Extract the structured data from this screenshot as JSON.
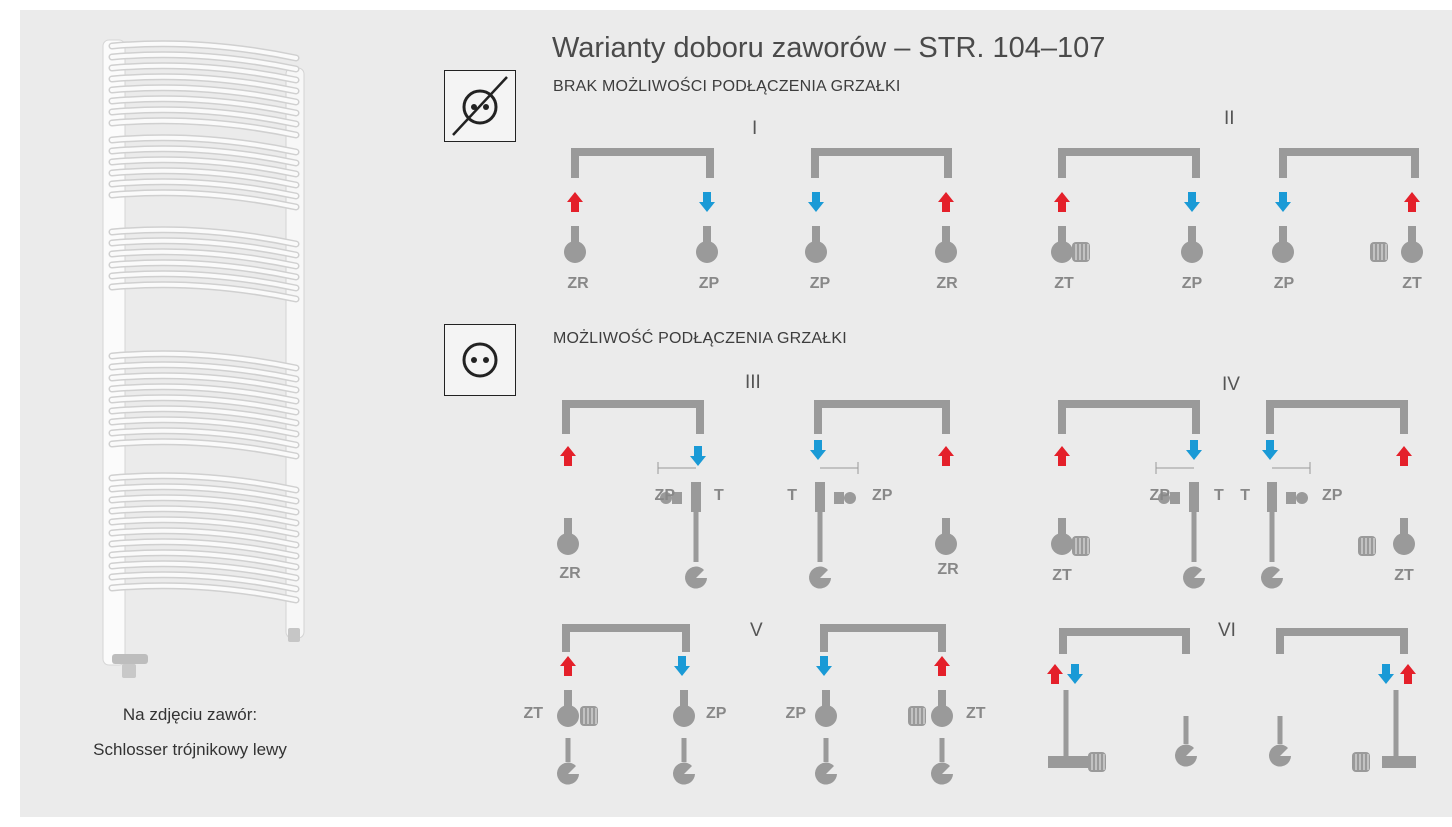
{
  "title": "Warianty doboru zaworów – STR. 104–107",
  "sections": {
    "no_heater": "BRAK MOŻLIWOŚCI PODŁĄCZENIA GRZAŁKI",
    "heater": "MOŻLIWOŚĆ PODŁĄCZENIA GRZAŁKI"
  },
  "variants": {
    "I": "I",
    "II": "II",
    "III": "III",
    "IV": "IV",
    "V": "V",
    "VI": "VI"
  },
  "labels": {
    "zr": "ZR",
    "zp": "ZP",
    "zt": "ZT",
    "t": "T"
  },
  "caption": {
    "line1": "Na zdjęciu zawór:",
    "line2": "Schlosser trójnikowy lewy"
  },
  "icons": {
    "no_heater": "no-socket-icon",
    "heater": "socket-icon",
    "supply_arrow": "red-up-arrow-icon",
    "return_arrow": "blue-down-arrow-icon"
  },
  "colors": {
    "panel": "#ebebeb",
    "pipe": "#9a9a9a",
    "supply": "#e4202a",
    "return": "#1a9ad6",
    "text": "#3d3d3d",
    "label": "#888888"
  }
}
